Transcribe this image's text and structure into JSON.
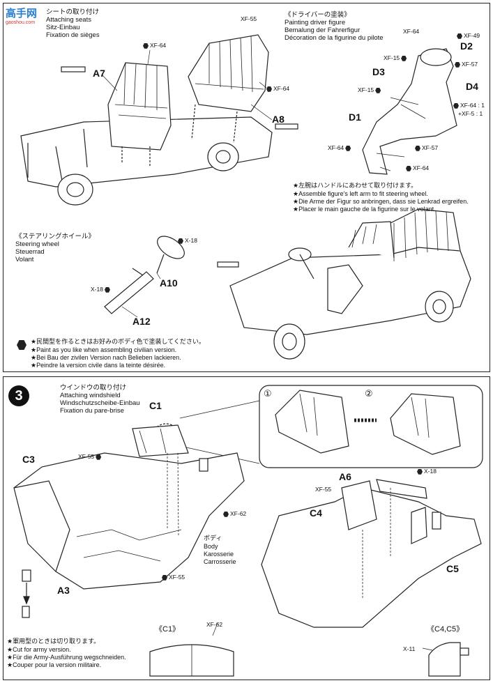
{
  "watermark": {
    "logo": "高手网",
    "url": "gaoshou.com"
  },
  "step2": {
    "seats": {
      "jp": "シートの取り付け",
      "en": "Attaching seats",
      "de": "Sitz-Einbau",
      "fr": "Fixation de sièges"
    },
    "driver": {
      "jp": "《ドライバーの塗装》",
      "en": "Painting driver figure",
      "de": "Bemalung der Fahrerfigur",
      "fr": "Décoration de la figurine du pilote"
    },
    "arm_note": {
      "jp": "★左腕はハンドルにあわせて取り付けます。",
      "en": "★Assemble figure's left arm to fit steering wheel.",
      "de": "★Die Arme der Figur so anbringen, dass sie Lenkrad ergreifen.",
      "fr": "★Placer le main gauche de la figurine sur le volant."
    },
    "steering": {
      "jp": "《ステアリングホイール》",
      "en": "Steering wheel",
      "de": "Steuerrad",
      "fr": "Volant"
    },
    "civilian_note": {
      "jp": "★民間型を作るときはお好みのボディ色で塗装してください。",
      "en": "★Paint as you like when assembling civilian version.",
      "de": "★Bei Bau der zivilen Version nach Belieben lackieren.",
      "fr": "★Peindre la version civile dans la teinte désirée."
    },
    "parts": {
      "a7": "A7",
      "a8": "A8",
      "a10": "A10",
      "a12": "A12",
      "d1": "D1",
      "d2": "D2",
      "d3": "D3",
      "d4": "D4"
    },
    "paints": {
      "xf64_seat": "XF-64",
      "xf55_seat": "XF-55",
      "xf64_seat2": "XF-64",
      "xf64_cap": "XF-64",
      "xf49": "XF-49",
      "xf15_face": "XF-15",
      "xf57_jacket": "XF-57",
      "xf15_hand": "XF-15",
      "mix1": "XF-64 : 1",
      "mix2": "+XF-5 : 1",
      "xf64_boot": "XF-64",
      "xf57_leg": "XF-57",
      "xf64_shoe": "XF-64",
      "x18_wheel": "X-18",
      "x18_column": "X-18"
    }
  },
  "step3": {
    "number": "3",
    "title": {
      "jp": "ウインドウの取り付け",
      "en": "Attaching windshield",
      "de": "Windschutzscheibe-Einbau",
      "fr": "Fixation du pare-brise"
    },
    "body_label": {
      "jp": "ボディ",
      "en": "Body",
      "de": "Karosserie",
      "fr": "Carrosserie"
    },
    "army_note": {
      "jp": "★軍用型のときは切り取ります。",
      "en": "★Cut for army version.",
      "de": "★Für die Army-Ausführung wegschneiden.",
      "fr": "★Couper pour la version militaire."
    },
    "detail": {
      "c1": "《C1》",
      "c4c5": "《C4,C5》",
      "n1": "①",
      "n2": "②"
    },
    "parts": {
      "c1": "C1",
      "c3": "C3",
      "a3": "A3",
      "a6": "A6",
      "c4": "C4",
      "c5": "C5"
    },
    "paints": {
      "xf55_a": "XF-55",
      "xf62_a": "XF-62",
      "xf55_b": "XF-55",
      "xf55_c": "XF-55",
      "x18": "X-18",
      "xf62_b": "XF-62",
      "x11": "X-11"
    }
  }
}
